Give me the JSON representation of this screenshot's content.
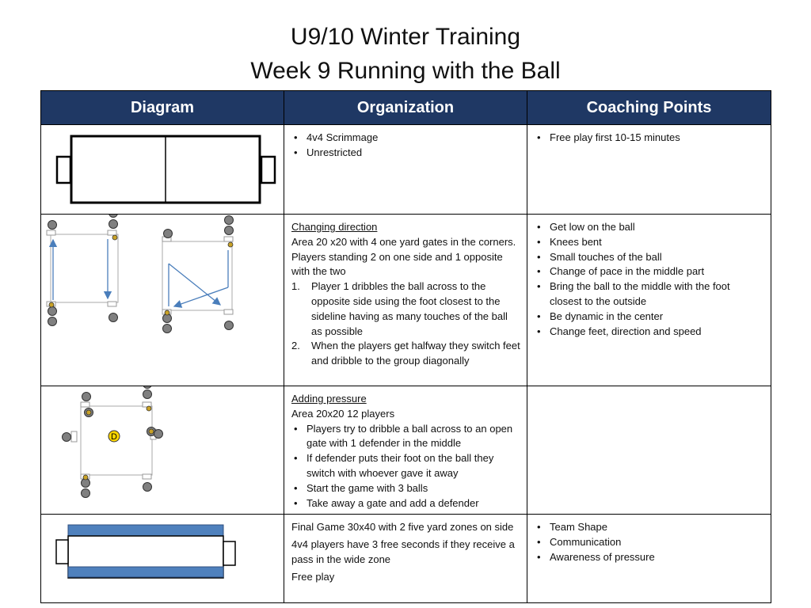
{
  "title": {
    "line1": "U9/10 Winter Training",
    "line2": "Week 9 Running with the Ball"
  },
  "columns": [
    "Diagram",
    "Organization",
    "Coaching Points"
  ],
  "rows": [
    {
      "organization": {
        "bullets": [
          "4v4 Scrimmage",
          "Unrestricted"
        ]
      },
      "coaching_points": [
        "Free play first 10-15 minutes"
      ]
    },
    {
      "organization": {
        "heading": "Changing direction",
        "description": "Area 20 x20 with 4 one yard gates in the corners.  Players standing 2 on one side and 1 opposite with the two",
        "steps": [
          "Player 1 dribbles the ball across to the opposite side using the foot closest to the sideline having as many touches of the ball as possible",
          "When the players get halfway they switch feet and dribble to the group diagonally"
        ]
      },
      "coaching_points": [
        "Get low on the ball",
        "Knees bent",
        "Small touches of the ball",
        "Change of pace in the middle part",
        "Bring the ball to the middle with the foot closest to the outside",
        "Be dynamic in the center",
        "Change feet, direction and speed"
      ]
    },
    {
      "organization": {
        "heading": "Adding pressure",
        "description": "Area 20x20 12 players",
        "bullets": [
          "Players try to dribble a ball across to an open gate with 1 defender in the middle",
          "If defender puts their foot on the ball they switch with whoever gave it away",
          "Start the game with 3 balls",
          "Take away a gate and add a defender"
        ]
      },
      "coaching_points": [],
      "diagram": {
        "defender_label": "D"
      }
    },
    {
      "organization": {
        "paragraphs": [
          "Final Game 30x40 with 2 five yard zones on side",
          "4v4 players have 3 free seconds if they receive a pass in the wide zone",
          "Free play"
        ]
      },
      "coaching_points": [
        "Team Shape",
        "Communication",
        "Awareness of pressure"
      ]
    }
  ],
  "colors": {
    "header_fill": "#1f3864",
    "arrow_blue": "#4a7ebb",
    "wide_zone_blue": "#4f81bd",
    "player_grey": "#7f7f7f",
    "ball_gold": "#c9a227"
  }
}
